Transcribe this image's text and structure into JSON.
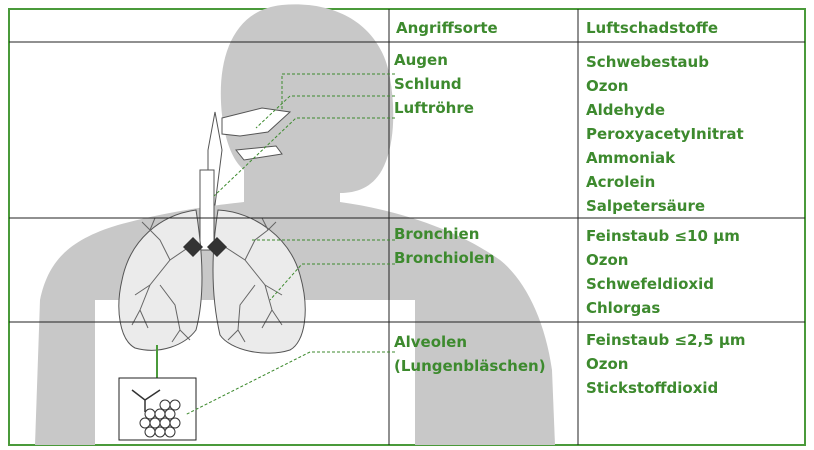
{
  "headers": {
    "sites": "Angriffsorte",
    "pollutants": "Luftschadstoffe"
  },
  "rows": [
    {
      "sites": [
        "Augen",
        "Schlund",
        "Luftröhre"
      ],
      "pollutants": [
        "Schwebestaub",
        "Ozon",
        "Aldehyde",
        "PeroxyacetyInitrat",
        "Ammoniak",
        "Acrolein",
        "Salpetersäure"
      ]
    },
    {
      "sites": [
        "Bronchien",
        "Bronchiolen"
      ],
      "pollutants": [
        "Feinstaub ≤10 µm",
        "Ozon",
        "Schwefeldioxid",
        "Chlorgas"
      ]
    },
    {
      "sites": [
        "Alveolen",
        "(Lungenbläschen)"
      ],
      "pollutants": [
        "Feinstaub ≤2,5 µm",
        "Ozon",
        "Stickstoffdioxid"
      ]
    }
  ],
  "colors": {
    "accent_green": "#3d8a2e",
    "frame_green": "#4a9a3a",
    "silhouette_gray": "#c8c8c8",
    "lung_fill": "#ebebeb",
    "line_dark": "#222222"
  }
}
